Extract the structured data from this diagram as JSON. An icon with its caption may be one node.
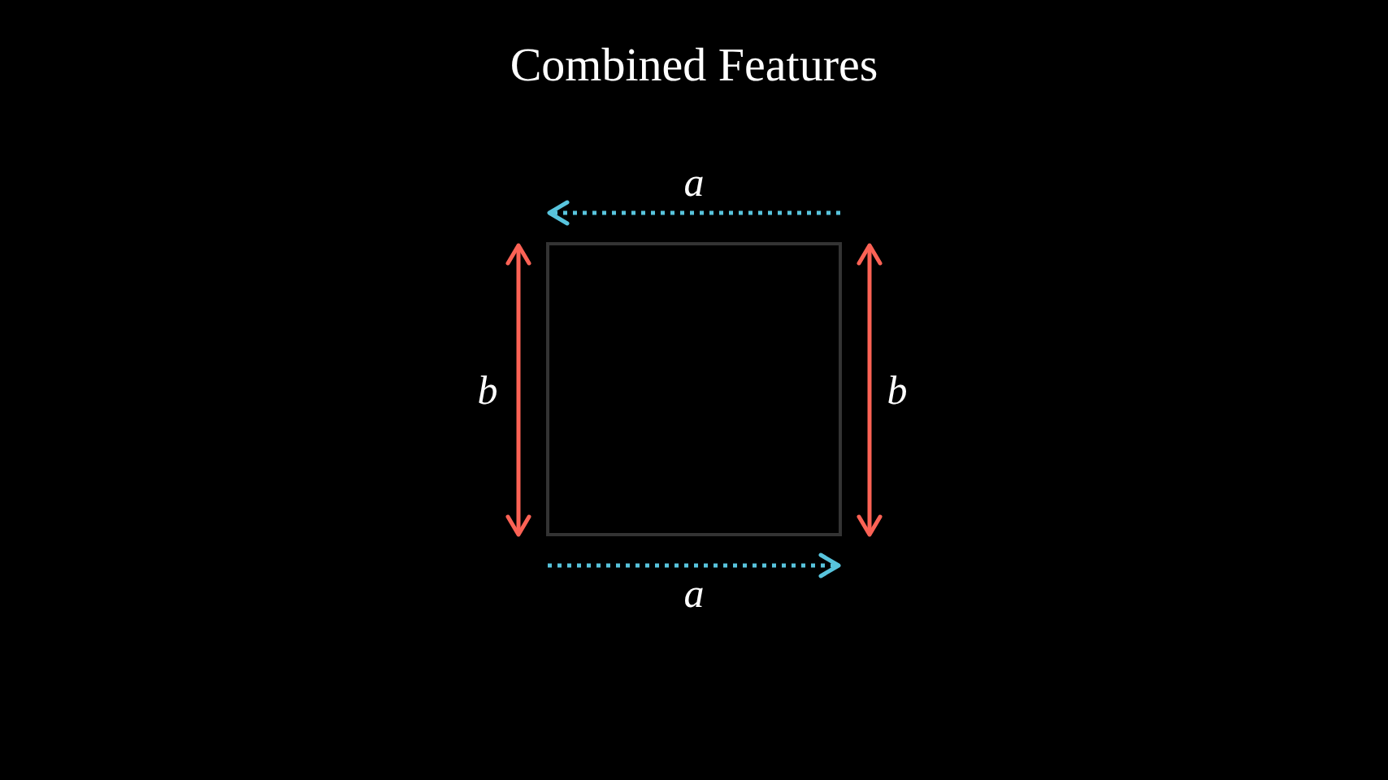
{
  "diagram": {
    "title": "Combined Features",
    "nodes": [
      {
        "text": [],
        "shape": "box"
      }
    ],
    "labels": [
      "a",
      "b",
      "b",
      "a"
    ]
  }
}
